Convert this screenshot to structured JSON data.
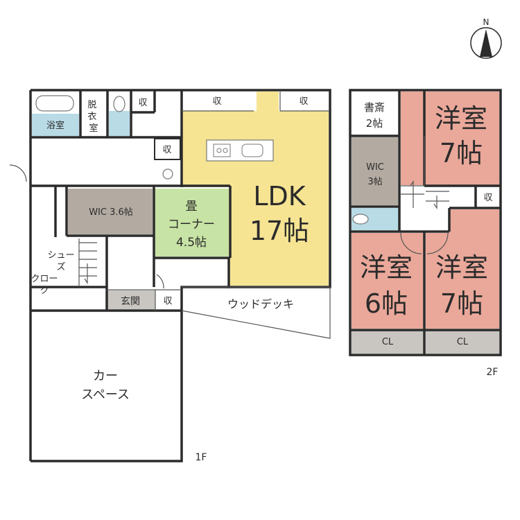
{
  "compass": {
    "label": "N",
    "icon": "north-arrow-icon"
  },
  "floor1": {
    "label": "1F",
    "rooms": {
      "bath": "浴室",
      "dressing": "脱衣室",
      "storage": "収",
      "wic": "WIC 3.6帖",
      "tatami": [
        "畳",
        "コーナー",
        "4.5帖"
      ],
      "ldk": [
        "LDK",
        "17帖"
      ],
      "shoe_closet": [
        "シュー",
        "ズ",
        "クロー",
        "ク"
      ],
      "entrance": "玄関",
      "wood_deck": "ウッドデッキ",
      "carport": [
        "カー",
        "スペース"
      ]
    }
  },
  "floor2": {
    "label": "2F",
    "rooms": {
      "study": [
        "書斎",
        "2帖"
      ],
      "western_a": [
        "洋室",
        "7帖"
      ],
      "wic": [
        "WIC",
        "3帖"
      ],
      "storage": "収",
      "western_b": [
        "洋室",
        "6帖"
      ],
      "western_c": [
        "洋室",
        "7帖"
      ],
      "closet": "CL"
    }
  },
  "colors": {
    "bath": "#b9dbe6",
    "wic": "#b3aba2",
    "tatami": "#c7e3a5",
    "ldk": "#f6e493",
    "western": "#eaa89a",
    "entrance": "#c9c6c2",
    "wall": "#2b2b2b"
  }
}
